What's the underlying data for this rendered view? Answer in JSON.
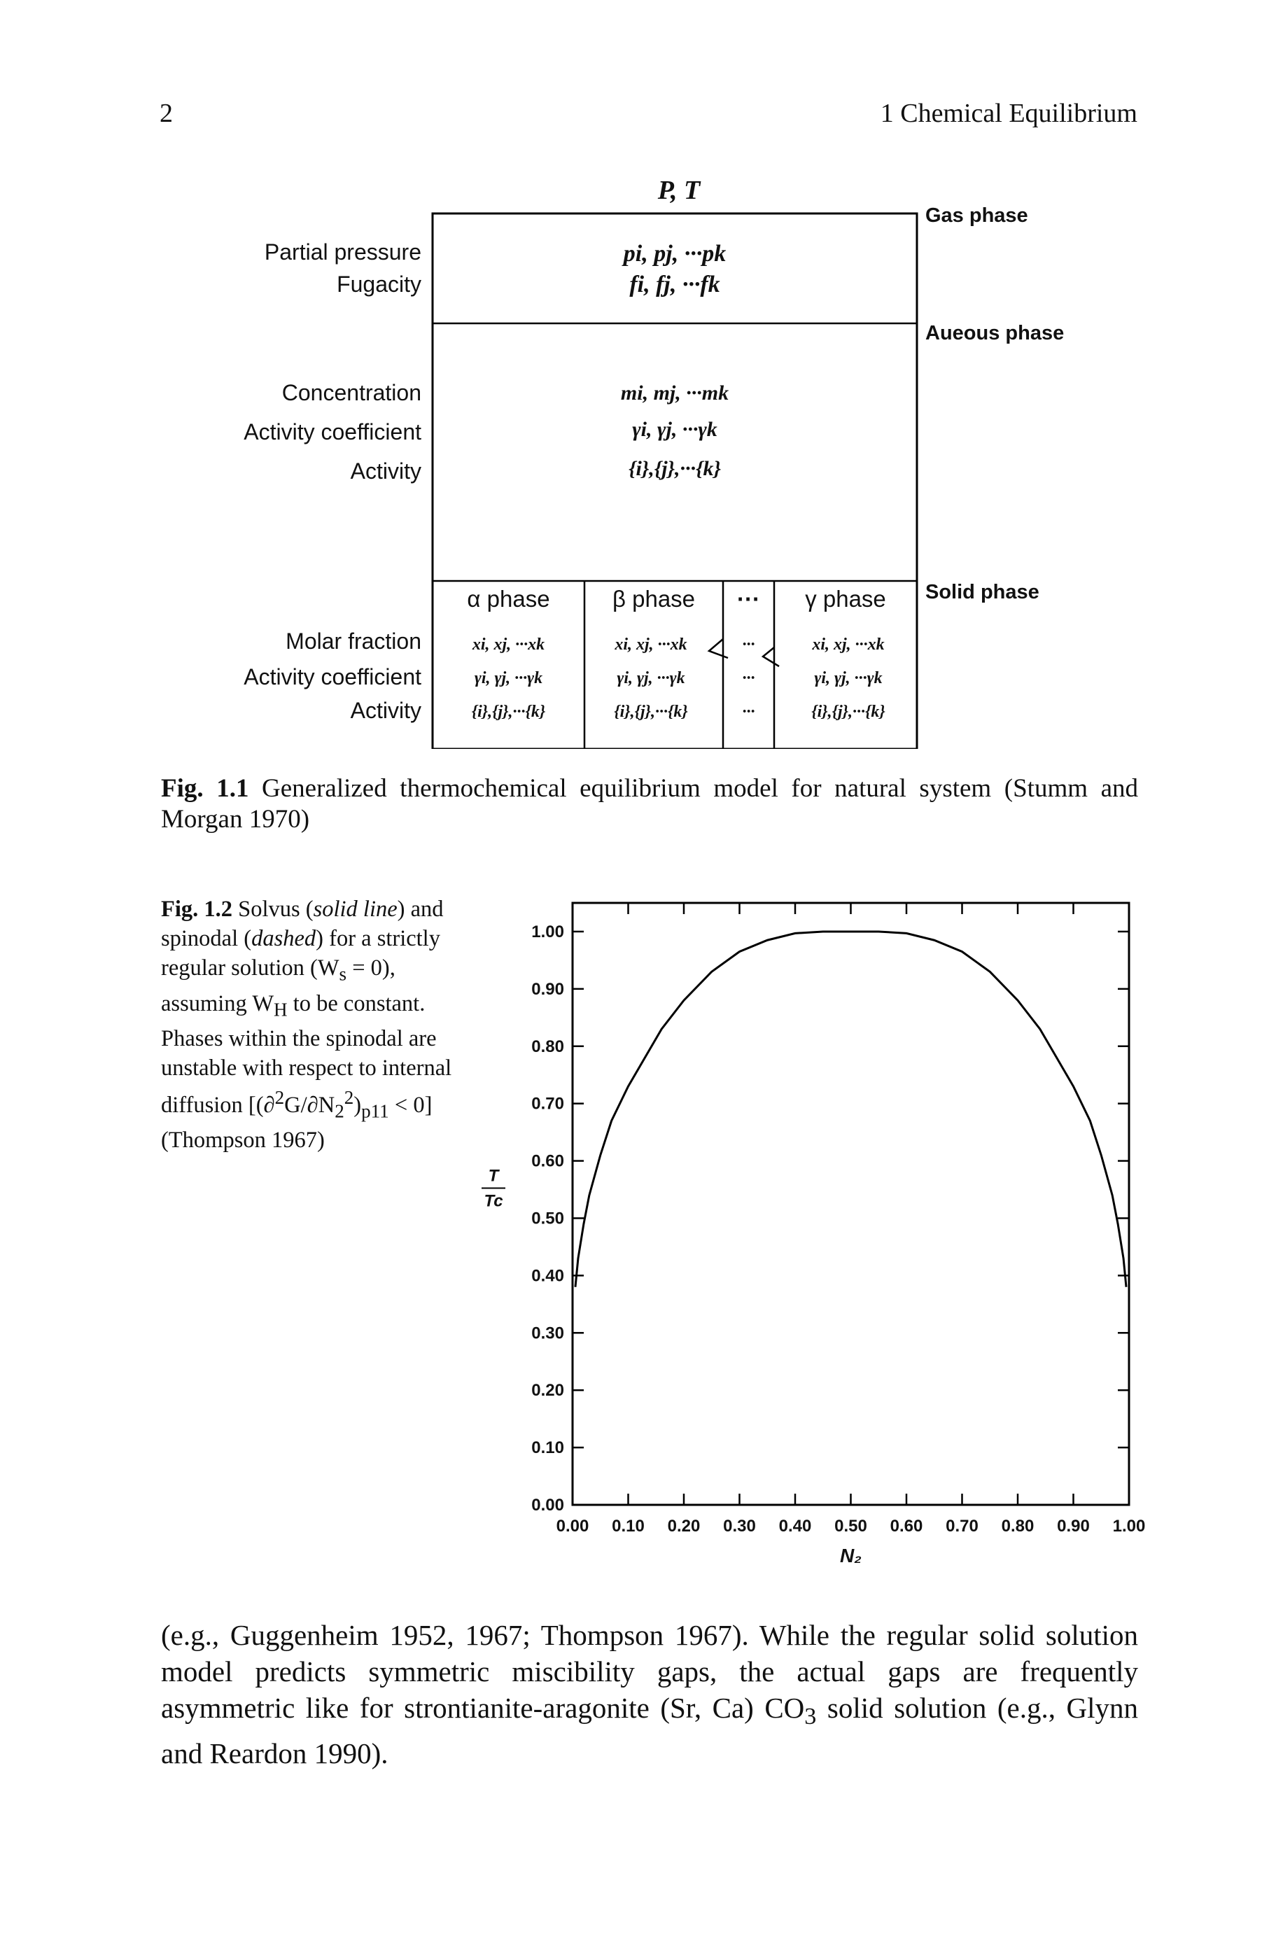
{
  "header": {
    "page_number": "2",
    "chapter_title": "1  Chemical Equilibrium"
  },
  "figure1": {
    "top_label": "P, T",
    "phases": {
      "gas": "Gas phase",
      "aqueous": "Aueous phase",
      "solid": "Solid phase"
    },
    "gas_rows": [
      "Partial pressure",
      "Fugacity"
    ],
    "gas_values": [
      "pi, pj, ···pk",
      "fi, fj, ···fk"
    ],
    "aq_rows": [
      "Concentration",
      "Activity coefficient",
      "Activity"
    ],
    "aq_values": [
      "mi, mj, ···mk",
      "γi, γj, ···γk",
      "{i},{j},···{k}"
    ],
    "solid_rows": [
      "Molar fraction",
      "Activity coefficient",
      "Activity"
    ],
    "solid_cols": [
      {
        "head": "α phase",
        "values": [
          "xi, xj, ···xk",
          "γi, γj, ···γk",
          "{i},{j},···{k}"
        ]
      },
      {
        "head": "β phase",
        "values": [
          "xi, xj, ···xk",
          "γi, γj, ···γk",
          "{i},{j},···{k}"
        ]
      },
      {
        "head": "···",
        "values": [
          "···",
          "···",
          "···"
        ]
      },
      {
        "head": "γ phase",
        "values": [
          "xi, xj, ···xk",
          "γi, γj, ···γk",
          "{i},{j},···{k}"
        ]
      }
    ],
    "caption_label": "Fig. 1.1",
    "caption_text": " Generalized thermochemical equilibrium model for natural system (Stumm and Morgan 1970)"
  },
  "figure2": {
    "caption_label": "Fig. 1.2",
    "caption_parts": {
      "a": " Solvus (",
      "b": "solid line",
      "c": ") and spinodal (",
      "d": "dashed",
      "e": ") for a strictly regular solution (W",
      "f": "s",
      "g": " = 0), assuming W",
      "h": "H",
      "i": " to be constant. Phases within the spinodal are unstable with respect to internal diffusion [(∂",
      "j": "2",
      "k": "G/∂N",
      "l": "2",
      "m": "2",
      "n": ")",
      "o": "p11",
      "p": " < 0] (Thompson 1967)"
    }
  },
  "chart_data": {
    "type": "line",
    "xlabel": "N₂",
    "ylabel_num": "T",
    "ylabel_den": "Tc",
    "xlim": [
      0,
      1
    ],
    "ylim": [
      0,
      1.05
    ],
    "x_ticks": [
      "0.00",
      "0.10",
      "0.20",
      "0.30",
      "0.40",
      "0.50",
      "0.60",
      "0.70",
      "0.80",
      "0.90",
      "1.00"
    ],
    "y_ticks": [
      "0.00",
      "0.10",
      "0.20",
      "0.30",
      "0.40",
      "0.50",
      "0.60",
      "0.70",
      "0.80",
      "0.90",
      "1.00"
    ],
    "series": [
      {
        "style": "solid",
        "x": [
          0.005,
          0.01,
          0.02,
          0.03,
          0.05,
          0.07,
          0.1,
          0.13,
          0.16,
          0.2,
          0.25,
          0.3,
          0.35,
          0.4,
          0.45,
          0.5,
          0.55,
          0.6,
          0.65,
          0.7,
          0.75,
          0.8,
          0.84,
          0.87,
          0.9,
          0.93,
          0.95,
          0.97,
          0.98,
          0.99,
          0.995
        ],
        "y": [
          0.38,
          0.43,
          0.49,
          0.54,
          0.61,
          0.67,
          0.73,
          0.78,
          0.83,
          0.88,
          0.93,
          0.965,
          0.985,
          0.997,
          1.0,
          1.0,
          1.0,
          0.997,
          0.985,
          0.965,
          0.93,
          0.88,
          0.83,
          0.78,
          0.73,
          0.67,
          0.61,
          0.54,
          0.49,
          0.43,
          0.38
        ]
      }
    ]
  },
  "paragraph": "(e.g., Guggenheim 1952, 1967; Thompson 1967). While the regular solid solution model predicts symmetric miscibility gaps, the actual gaps are frequently asymmetric like for strontianite-aragonite (Sr, Ca) CO3 solid solution (e.g., Glynn and Reardon 1990).",
  "paragraph_parts": {
    "a": "(e.g., Guggenheim 1952, 1967; Thompson 1967). While the regular solid solution model predicts symmetric miscibility gaps, the actual gaps are frequently asymmetric like for strontianite-aragonite (Sr, Ca) CO",
    "sub": "3",
    "b": " solid solution (e.g., Glynn and Reardon 1990)."
  }
}
